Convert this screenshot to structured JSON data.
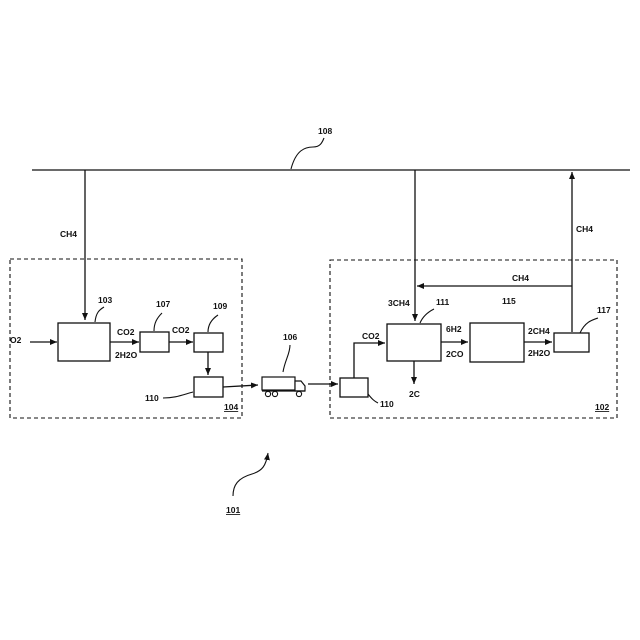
{
  "refs": {
    "pipeline": "108",
    "system": "101",
    "site_left": "104",
    "site_right": "102",
    "unit_103": "103",
    "unit_107": "107",
    "unit_109": "109",
    "unit_110_left": "110",
    "unit_110_right": "110",
    "unit_111": "111",
    "unit_115": "115",
    "unit_117": "117",
    "truck": "106"
  },
  "labels": {
    "ch4_left": "CH4",
    "ch4_right_up": "CH4",
    "ch4_recycle": "CH4",
    "co2_in": "O2",
    "co2_a": "CO2",
    "h2o_a": "2H2O",
    "co2_b": "CO2",
    "co2_c": "CO2",
    "ch4_3": "3CH4",
    "h2_6": "6H2",
    "co_2": "2CO",
    "c_2": "2C",
    "ch4_2": "2CH4",
    "h2o_2": "2H2O"
  },
  "icons": {
    "truck": "truck-icon"
  }
}
